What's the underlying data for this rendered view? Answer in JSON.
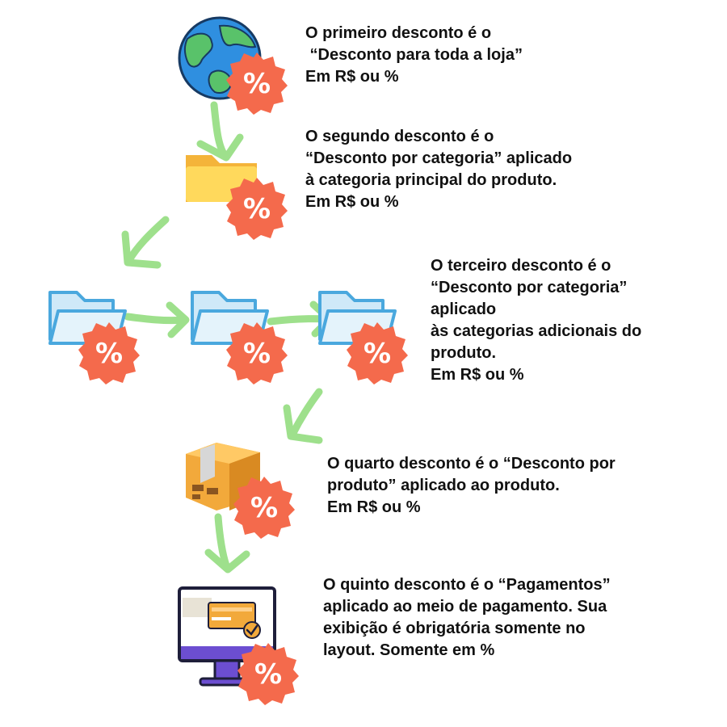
{
  "colors": {
    "arrow": "#9ee08c",
    "badge": "#f46a4c",
    "badge_text": "#ffffff",
    "folder_yellow": "#ffd95c",
    "folder_blue_stroke": "#4aa8de",
    "folder_blue_fill": "#cfe9f8",
    "globe_ocean": "#2f8fe0",
    "globe_land": "#59c26a",
    "box": "#f2a93b",
    "monitor": "#6c4ed1"
  },
  "badge_symbol": "%",
  "icons": {
    "step1": "globe-icon",
    "step2": "folder-yellow-icon",
    "step3": [
      "folder-blue-icon",
      "folder-blue-icon",
      "folder-blue-icon"
    ],
    "step4": "box-icon",
    "step5": "monitor-payment-icon"
  },
  "steps": [
    {
      "lines": [
        "O primeiro desconto é o",
        " “Desconto para toda a loja”",
        "Em R$ ou %"
      ]
    },
    {
      "lines": [
        "O segundo desconto é o",
        "“Desconto por categoria” aplicado",
        "à categoria principal do produto.",
        "Em R$ ou %"
      ]
    },
    {
      "lines": [
        "O terceiro desconto é o",
        "“Desconto por categoria”",
        "aplicado",
        "às categorias adicionais do",
        "produto.",
        "Em R$ ou %"
      ]
    },
    {
      "lines": [
        "O quarto desconto é o “Desconto por",
        "produto” aplicado ao produto.",
        "Em R$ ou %"
      ]
    },
    {
      "lines": [
        "O quinto desconto é o “Pagamentos”",
        "aplicado ao meio de pagamento. Sua",
        "exibição é obrigatória somente no",
        "layout. Somente em %"
      ]
    }
  ]
}
